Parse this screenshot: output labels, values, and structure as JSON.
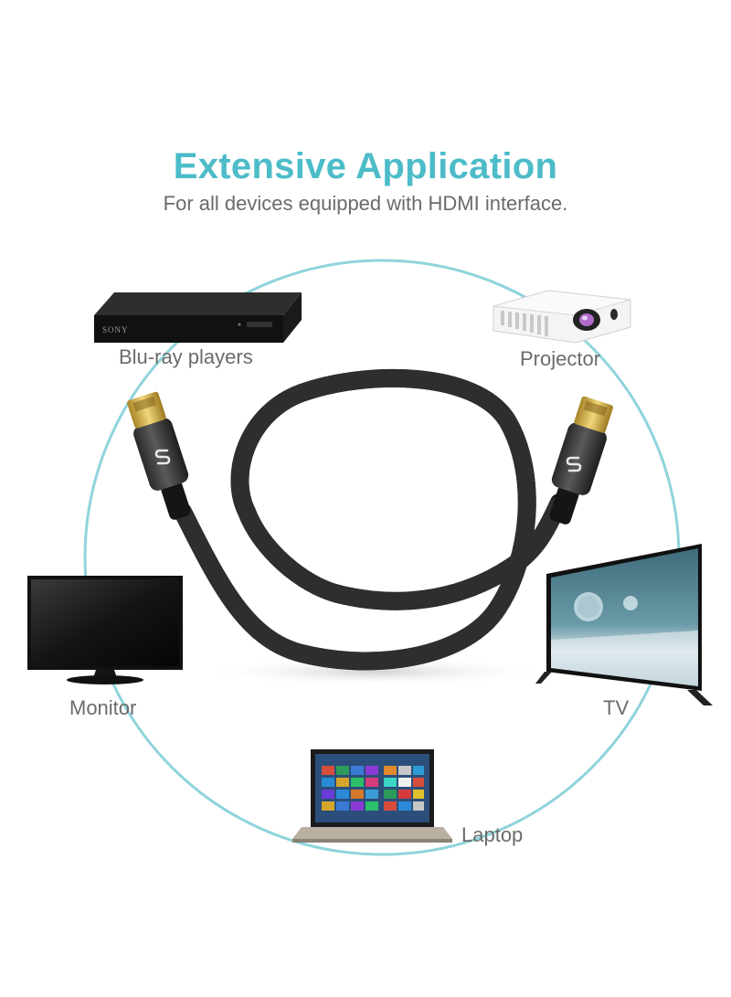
{
  "heading": {
    "title": "Extensive Application",
    "subtitle": "For all devices equipped with HDMI interface."
  },
  "devices": {
    "bluray": {
      "label": "Blu-ray players",
      "brand_text": "SONY"
    },
    "projector": {
      "label": "Projector"
    },
    "monitor": {
      "label": "Monitor"
    },
    "tv": {
      "label": "TV"
    },
    "laptop": {
      "label": "Laptop"
    }
  },
  "colors": {
    "accent": "#4cbcc8",
    "ring": "#8fd4dc",
    "text_gray": "#6b6b6b",
    "cable": "#1c1c1c",
    "connector_gold": "#d8b24a"
  },
  "icons": {
    "cable_logo": "s-logo-icon"
  }
}
